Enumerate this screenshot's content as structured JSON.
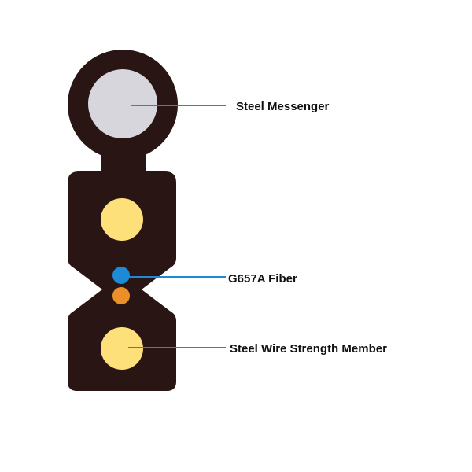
{
  "labels": {
    "steel_messenger": "Steel Messenger",
    "fiber": "G657A Fiber",
    "strength_member": "Steel Wire Strength Member"
  },
  "colors": {
    "jacket": "#2a1515",
    "messenger_core": "#d6d6dc",
    "strength_member": "#fde07a",
    "fiber_primary": "#1d8ad6",
    "fiber_secondary": "#ea8f2a",
    "leader_line": "#1d8ad6",
    "label_text": "#111111"
  }
}
